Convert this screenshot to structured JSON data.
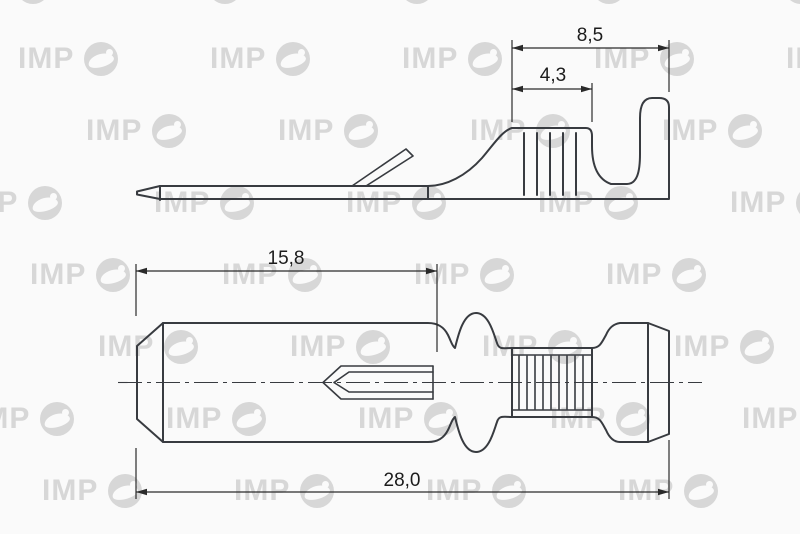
{
  "watermark": {
    "text": "IMP"
  },
  "drawing": {
    "dimensions": {
      "crimp_total_length": {
        "label": "8,5"
      },
      "wire_crimp_length": {
        "label": "4,3"
      },
      "blade_section_length": {
        "label": "15,8"
      },
      "overall_length": {
        "label": "28,0"
      }
    },
    "colors": {
      "line": "#383b40",
      "dimension": "#1c1c1c",
      "watermark": "#d7d7d7",
      "background": "#fafafa"
    }
  }
}
